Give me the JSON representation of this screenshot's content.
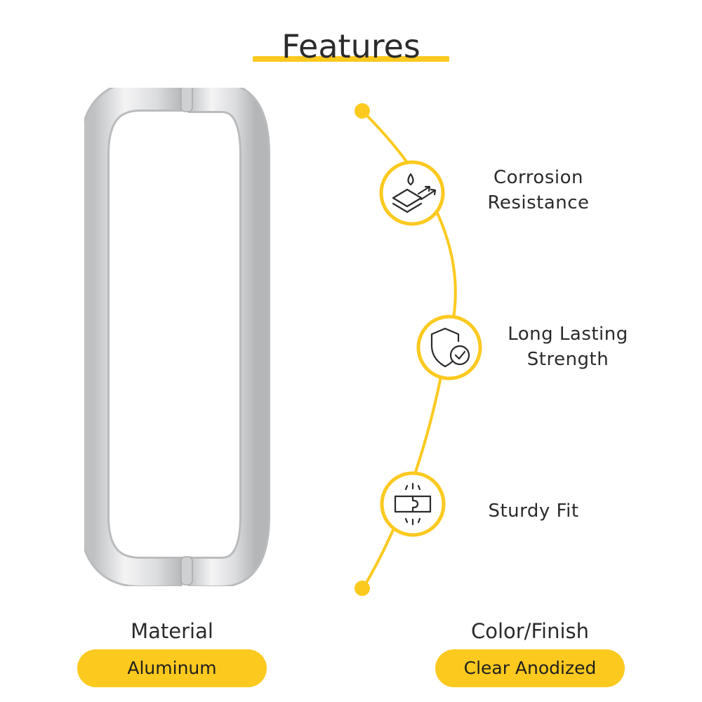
{
  "header": {
    "title": "Features"
  },
  "colors": {
    "accent": "#fcc91f",
    "text": "#2b2b2b",
    "metal": "#d9dadb"
  },
  "features": [
    {
      "icon": "water-resistant-layers-icon",
      "line1": "Corrosion",
      "line2": "Resistance"
    },
    {
      "icon": "shield-clock-icon",
      "line1": "Long Lasting",
      "line2": "Strength"
    },
    {
      "icon": "puzzle-fit-icon",
      "line1": "Sturdy Fit",
      "line2": ""
    }
  ],
  "specs": {
    "material": {
      "label": "Material",
      "value": "Aluminum"
    },
    "finish": {
      "label": "Color/Finish",
      "value": "Clear Anodized"
    }
  }
}
